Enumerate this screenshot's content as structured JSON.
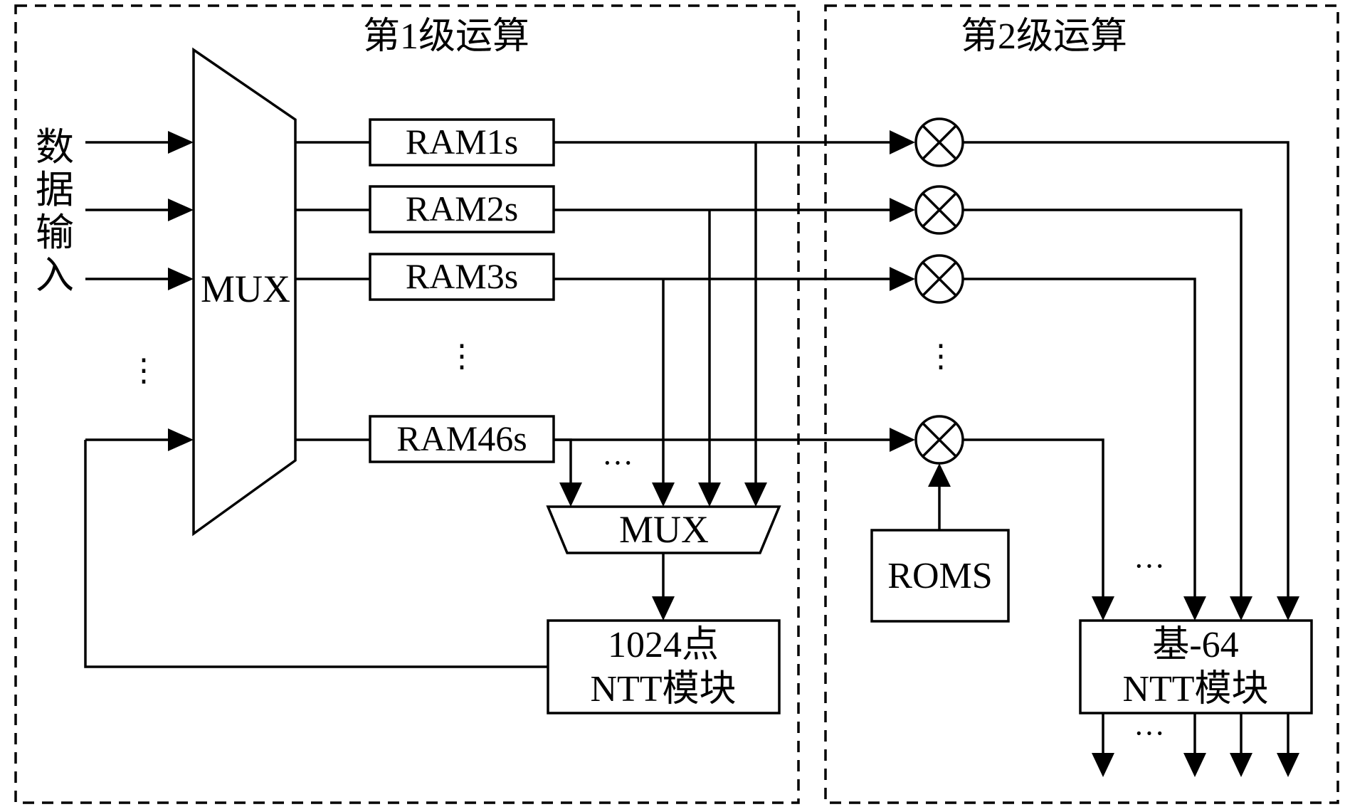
{
  "stage1": {
    "title": "第1级运算"
  },
  "stage2": {
    "title": "第2级运算"
  },
  "data_input_label": [
    "数",
    "据",
    "输",
    "入"
  ],
  "mux_main_label": "MUX",
  "mux_secondary_label": "MUX",
  "ram_labels": [
    "RAM1s",
    "RAM2s",
    "RAM3s",
    "RAM46s"
  ],
  "ntt1024": {
    "line1": "1024点",
    "line2": "NTT模块"
  },
  "roms_label": "ROMS",
  "radix64": {
    "line1": "基-64",
    "line2": "NTT模块"
  },
  "multiplier_symbol": "⊗",
  "ellipsis_vertical": "⋮",
  "ellipsis_horizontal": "···"
}
